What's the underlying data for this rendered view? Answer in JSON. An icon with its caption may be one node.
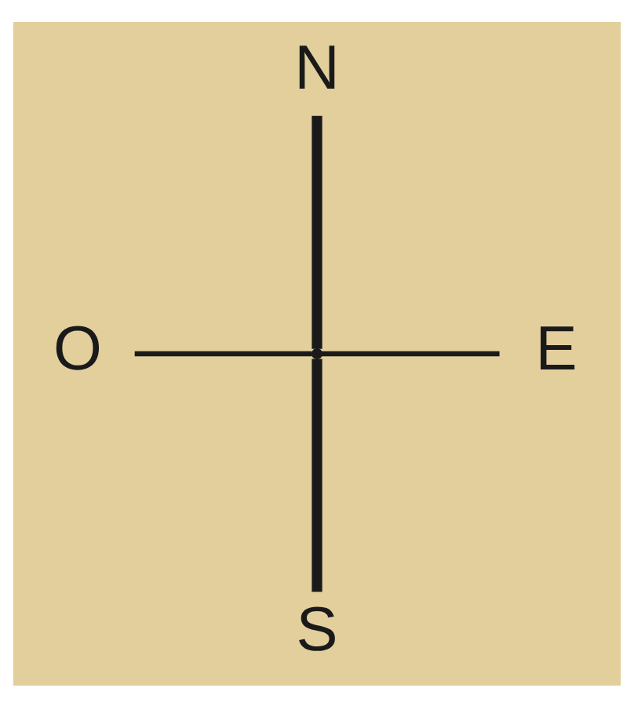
{
  "diagram": {
    "nodes": [
      {
        "text": [
          "N"
        ]
      },
      {
        "text": [
          "O"
        ]
      },
      {
        "text": [],
        "shape": "point"
      },
      {
        "text": [
          "E"
        ]
      },
      {
        "text": [
          "S"
        ]
      }
    ],
    "edges": [
      {
        "from": 0,
        "to": 2,
        "arrow": "none",
        "style": "thick"
      },
      {
        "from": 1,
        "to": 2,
        "arrow": "none"
      },
      {
        "from": 2,
        "to": 3,
        "arrow": "none"
      },
      {
        "from": 2,
        "to": 4,
        "arrow": "none",
        "style": "thick"
      }
    ]
  }
}
